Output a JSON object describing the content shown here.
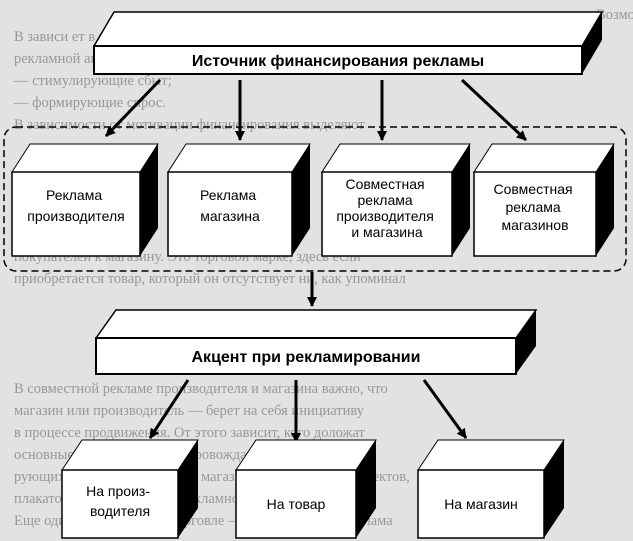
{
  "top_box": {
    "label": "Источник финансирования рекламы"
  },
  "middle_box": {
    "label": "Акцент при рекламировании"
  },
  "sources": [
    {
      "lines": [
        "Реклама",
        "производителя"
      ]
    },
    {
      "lines": [
        "Реклама",
        "магазина"
      ]
    },
    {
      "lines": [
        "Совместная",
        "реклама",
        "производителя",
        "и магазина"
      ]
    },
    {
      "lines": [
        "Совместная",
        "реклама",
        "магазинов"
      ]
    }
  ],
  "accents": [
    {
      "lines": [
        "На произ-",
        "водителя"
      ]
    },
    {
      "lines": [
        "На товар"
      ]
    },
    {
      "lines": [
        "На магазин"
      ]
    }
  ],
  "background_text": [
    "Возможн",
    "В зависи                                      ет в процесс",
    "рекламной акции (кампании) предусматривают:",
    "— стимулирующие сбыт;",
    "— формирующие спрос.",
    "В зависимости от мотивации финансирования выделяют",
    "",
    "",
    "",
    "",
    "",
    "покупателей к магазину. Это торговой марке, здесь если",
    "приобретается товар, который он отсутствует ни, как упоминал",
    "",
    "",
    "",
    "",
    "В совместной рекламе производителя и магазина важно, что",
    "магазин или производитель — берет на себя инициативу",
    "в процессе продвижения. От этого зависит, кого доложат",
    "основные. Такая реклама сопровождается комплексом мер",
    "рующих мероприятий внутри магазина, рекламных проспектов,",
    "плакатов и других средств рекламной деятельности.",
    "Еще один вид рекламы в торговле — это совместная реклама"
  ]
}
